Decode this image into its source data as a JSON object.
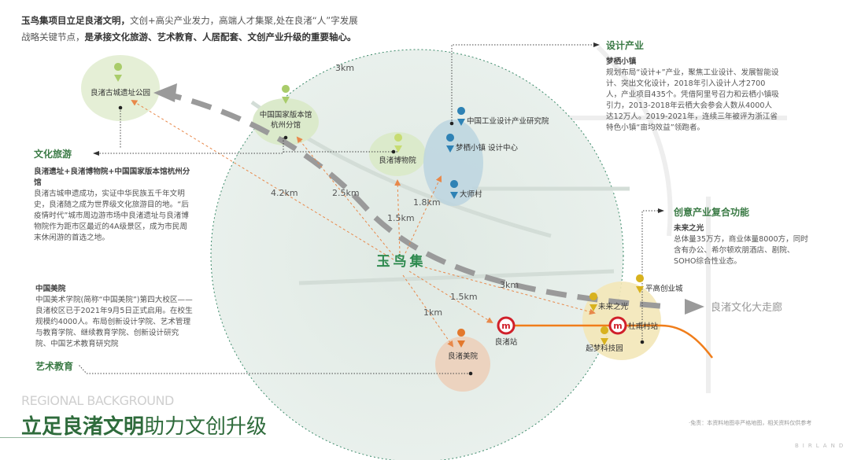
{
  "intro": {
    "line1_bold": "玉鸟集项目立足良渚文明，",
    "line1_rest": "文创+高尖产业发力，高端人才集聚,处在良渚“人”字发展",
    "line2_start": "战略关键节点，",
    "line2_bold": "是承接文化旅游、艺术教育、人居配套、文创产业升级的重要轴心。"
  },
  "sections": {
    "design": {
      "heading": "设计产业",
      "title": "梦栖小镇",
      "body": "规划布局“设计+”产业，聚焦工业设计、发展智能设计、突出文化设计，2018年引入设计人才2700人，产业项目435个。凭借阿里号召力和云栖小镇吸引力，2013-2018年云栖大会参会人数从4000人达12万人。2019-2021年，连续三年被评为浙江省特色小镇“亩均效益”领跑者。"
    },
    "culture": {
      "heading": "文化旅游",
      "title": "良渚遗址+良渚博物院+中国国家版本馆杭州分馆",
      "body": "良渚古城申遗成功，实证中华民族五千年文明史，良渚随之成为世界级文化旅游目的地。“后疫情时代”城市周边游市场中良渚遗址与良渚博物院作为距市区最近的4A级景区，成为市民周末休闲游的首选之地。"
    },
    "art": {
      "heading": "艺术教育",
      "title": "中国美院",
      "body": "中国美术学院(简称“中国美院”)第四大校区——良渚校区已于2021年9月5日正式启用。在校生规模约4000人。布局创新设计学院、艺术管理与教育学院、继续教育学院、创新设计研究院、中国艺术教育研究院"
    },
    "creative": {
      "heading": "创意产业复合功能",
      "title": "未来之光",
      "body": "总体量35万方，商业体量8000方，同时含有办公、希尔顿欢朋酒店、剧院、SOHO综合性业态。"
    }
  },
  "map": {
    "center": "玉鸟集",
    "corridor": "良渚文化大走廊",
    "places": {
      "ruins_park": "良渚古城遗址公园",
      "archive_1": "中国国家版本馆",
      "archive_2": "杭州分馆",
      "museum": "良渚博物院",
      "design_institute": "中国工业设计产业研究院",
      "dream_town": "梦栖小镇 设计中心",
      "master_village": "大师村",
      "art_academy": "良渚美院",
      "liangzhu_station": "良渚站",
      "dufu_station": "杜甫村站",
      "future_light": "未来之光",
      "pinggao": "平高创业城",
      "qimeng": "起梦科技园"
    },
    "distances": {
      "radius": "3km",
      "ruins": "4.2km",
      "archive": "2.5km",
      "design": "1.8km",
      "museum": "1.5km",
      "future": "3km",
      "station": "1.5km",
      "academy": "1km"
    },
    "colors": {
      "accent_green": "#2e6b3b",
      "metro": "#f07d1a",
      "arrow": "#e8884a"
    }
  },
  "footer": {
    "en_title": "REGIONAL BACKGROUND",
    "title_bold": "立足良渚文明",
    "title_light": "助力文创升级",
    "note": "·免责：本资料地图非严格地图，相关资料仅供参考",
    "brand": "BIRLAND"
  }
}
